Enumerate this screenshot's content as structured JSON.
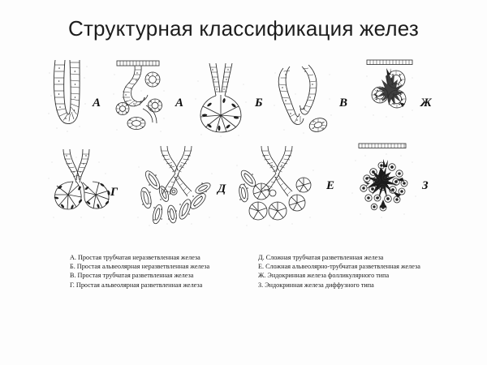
{
  "slide": {
    "title": "Структурная классификация желез",
    "background_color": "#fdfdfd",
    "text_color": "#1a1a1a"
  },
  "figures": [
    {
      "id": "fig-a1",
      "label": "А",
      "icon": "simple-unbranched-tubular-gland-icon",
      "caption_ref": "А. Простая трубчатая неразветвленная железа"
    },
    {
      "id": "fig-a2",
      "label": "А",
      "icon": "simple-coiled-tubular-gland-icon",
      "caption_ref": "А. Простая трубчатая неразветвленная железа"
    },
    {
      "id": "fig-b",
      "label": "Б",
      "icon": "simple-unbranched-alveolar-gland-icon",
      "caption_ref": "Б. Простая альвеолярная неразветвленная железа"
    },
    {
      "id": "fig-v",
      "label": "В",
      "icon": "simple-branched-tubular-gland-icon",
      "caption_ref": "В. Простая трубчатая разветвленная железа"
    },
    {
      "id": "fig-zh",
      "label": "Ж",
      "icon": "endocrine-follicular-gland-icon",
      "caption_ref": "Ж. Эндокринная железа фолликулярного типа"
    },
    {
      "id": "fig-g",
      "label": "Г",
      "icon": "simple-branched-alveolar-gland-icon",
      "caption_ref": "Г. Простая альвеолярная разветвленная железа"
    },
    {
      "id": "fig-d",
      "label": "Д",
      "icon": "complex-branched-tubular-gland-icon",
      "caption_ref": "Д. Сложная трубчатая разветвленная железа"
    },
    {
      "id": "fig-e",
      "label": "Е",
      "icon": "complex-alveolar-tubular-gland-icon",
      "caption_ref": "Е. Сложная альвеолярно-трубчатая разветвленная железа"
    },
    {
      "id": "fig-z",
      "label": "З",
      "icon": "endocrine-diffuse-gland-icon",
      "caption_ref": "З. Эндокринная железа диффузного типа"
    }
  ],
  "legend": {
    "left_column": [
      "А. Простая трубчатая неразветвленная железа",
      "Б. Простая альвеолярная неразветвленная железа",
      "В. Простая трубчатая разветвленная железа",
      "Г. Простая альвеолярная разветвленная железа"
    ],
    "right_column": [
      "Д. Сложная трубчатая разветвленная железа",
      "Е. Сложная альвеолярно-трубчатая разветвленная железа",
      "Ж. Эндокринная железа фолликулярного типа",
      "З. Эндокринная железа диффузного типа"
    ]
  }
}
